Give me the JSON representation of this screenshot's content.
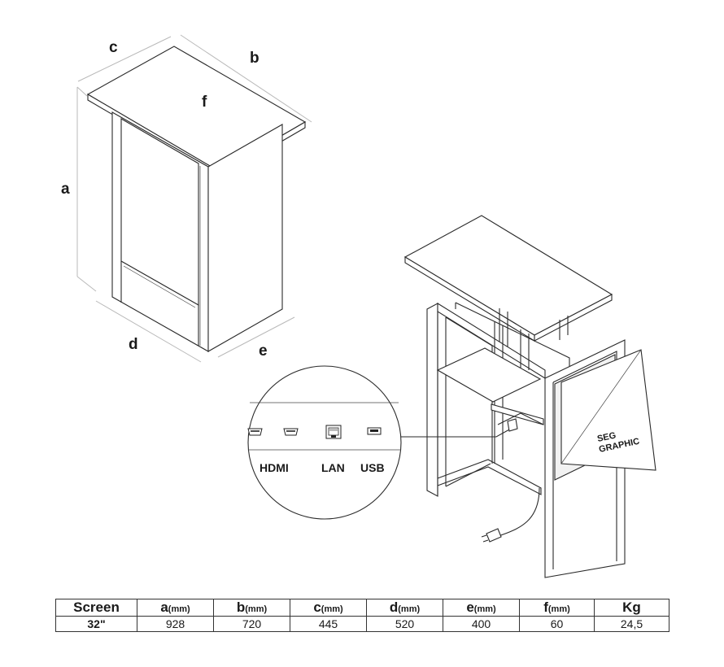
{
  "dimension_labels": {
    "a": "a",
    "b": "b",
    "c": "c",
    "d": "d",
    "e": "e",
    "f": "f"
  },
  "ports": [
    {
      "label": "HDMI",
      "icons": [
        "hdmi-port-icon",
        "hdmi-port-icon"
      ]
    },
    {
      "label": "LAN",
      "icons": [
        "lan-port-icon"
      ]
    },
    {
      "label": "USB",
      "icons": [
        "usb-port-icon"
      ]
    }
  ],
  "graphic_label": {
    "line1": "SEG",
    "line2": "GRAPHIC"
  },
  "spec_table": {
    "headers": [
      {
        "letter": "Screen",
        "unit": ""
      },
      {
        "letter": "a",
        "unit": "(mm)"
      },
      {
        "letter": "b",
        "unit": "(mm)"
      },
      {
        "letter": "c",
        "unit": "(mm)"
      },
      {
        "letter": "d",
        "unit": "(mm)"
      },
      {
        "letter": "e",
        "unit": "(mm)"
      },
      {
        "letter": "f",
        "unit": "(mm)"
      },
      {
        "letter": "Kg",
        "unit": ""
      }
    ],
    "row": [
      "32\"",
      "928",
      "720",
      "445",
      "520",
      "400",
      "60",
      "24,5"
    ]
  },
  "colors": {
    "line": "#2a2a2a",
    "dimension_line": "#b9b9b9"
  }
}
